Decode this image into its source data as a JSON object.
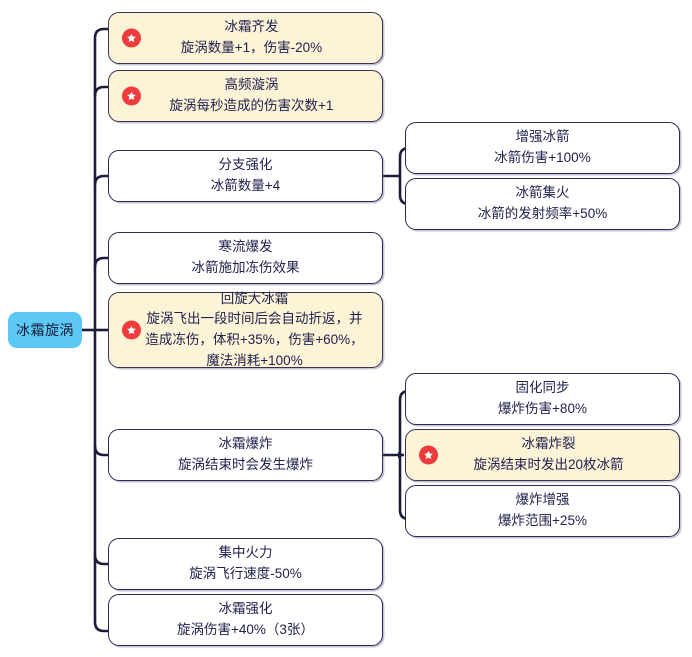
{
  "diagram": {
    "kind": "skill-tree",
    "root": {
      "label": "冰霜旋涡",
      "color": "#5bc8f5"
    },
    "colors": {
      "highlight_fill": "#fdf3d7",
      "node_fill": "#ffffff",
      "node_border": "#2a2a55",
      "text": "#22224e",
      "badge": "#ef3b3b",
      "wire": "#1b1b3a"
    },
    "badge_icon": "star-badge-icon",
    "nodes": [
      {
        "id": "n1",
        "title": "冰霜齐发",
        "desc": "旋涡数量+1，伤害-20%",
        "highlight": true
      },
      {
        "id": "n2",
        "title": "高频漩涡",
        "desc": "旋涡每秒造成的伤害次数+1",
        "highlight": true
      },
      {
        "id": "n3",
        "title": "分支强化",
        "desc": "冰箭数量+4",
        "highlight": false
      },
      {
        "id": "n4",
        "title": "寒流爆发",
        "desc": "冰箭施加冻伤效果",
        "highlight": false
      },
      {
        "id": "n5",
        "title": "回旋大冰霜",
        "desc": "旋涡飞出一段时间后会自动折返，并造成冻伤，体积+35%，伤害+60%，魔法消耗+100%",
        "highlight": true
      },
      {
        "id": "n6",
        "title": "冰霜爆炸",
        "desc": "旋涡结束时会发生爆炸",
        "highlight": false
      },
      {
        "id": "n7",
        "title": "集中火力",
        "desc": "旋涡飞行速度-50%",
        "highlight": false
      },
      {
        "id": "n8",
        "title": "冰霜强化",
        "desc": "旋涡伤害+40%（3张）",
        "highlight": false
      },
      {
        "id": "n9",
        "title": "增强冰箭",
        "desc": "冰箭伤害+100%",
        "highlight": false
      },
      {
        "id": "n10",
        "title": "冰箭集火",
        "desc": "冰箭的发射频率+50%",
        "highlight": false
      },
      {
        "id": "n11",
        "title": "固化同步",
        "desc": "爆炸伤害+80%",
        "highlight": false
      },
      {
        "id": "n12",
        "title": "冰霜炸裂",
        "desc": "旋涡结束时发出20枚冰箭",
        "highlight": true
      },
      {
        "id": "n13",
        "title": "爆炸增强",
        "desc": "爆炸范围+25%",
        "highlight": false
      }
    ]
  }
}
